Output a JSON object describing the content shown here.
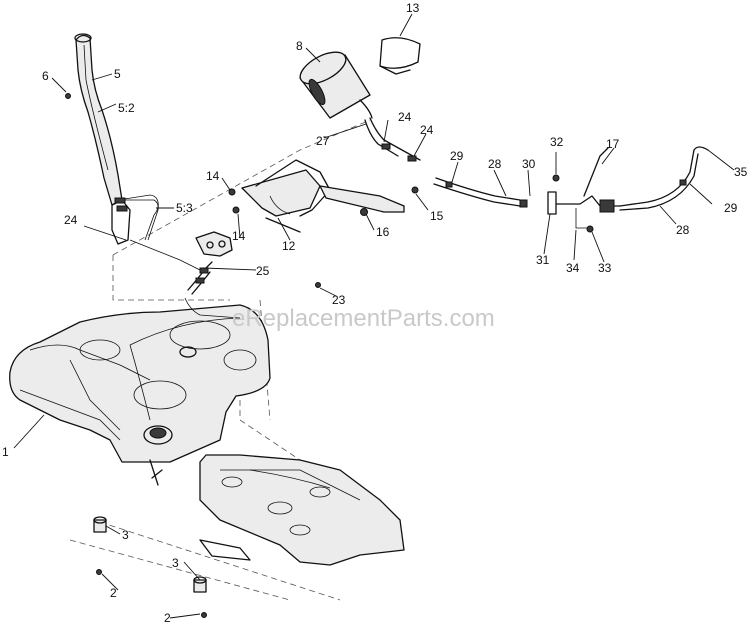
{
  "watermark": "eReplacementParts.com",
  "callouts": {
    "c1": "1",
    "c2a": "2",
    "c2b": "2",
    "c3a": "3",
    "c3b": "3",
    "c5": "5",
    "c5_2": "5:2",
    "c5_3": "5:3",
    "c6": "6",
    "c8": "8",
    "c12": "12",
    "c13": "13",
    "c14a": "14",
    "c14b": "14",
    "c15": "15",
    "c16": "16",
    "c17": "17",
    "c23": "23",
    "c24a": "24",
    "c24b": "24",
    "c24c": "24",
    "c25": "25",
    "c27": "27",
    "c28a": "28",
    "c28b": "28",
    "c29a": "29",
    "c29b": "29",
    "c30": "30",
    "c31": "31",
    "c32": "32",
    "c33": "33",
    "c34": "34",
    "c35": "35"
  }
}
